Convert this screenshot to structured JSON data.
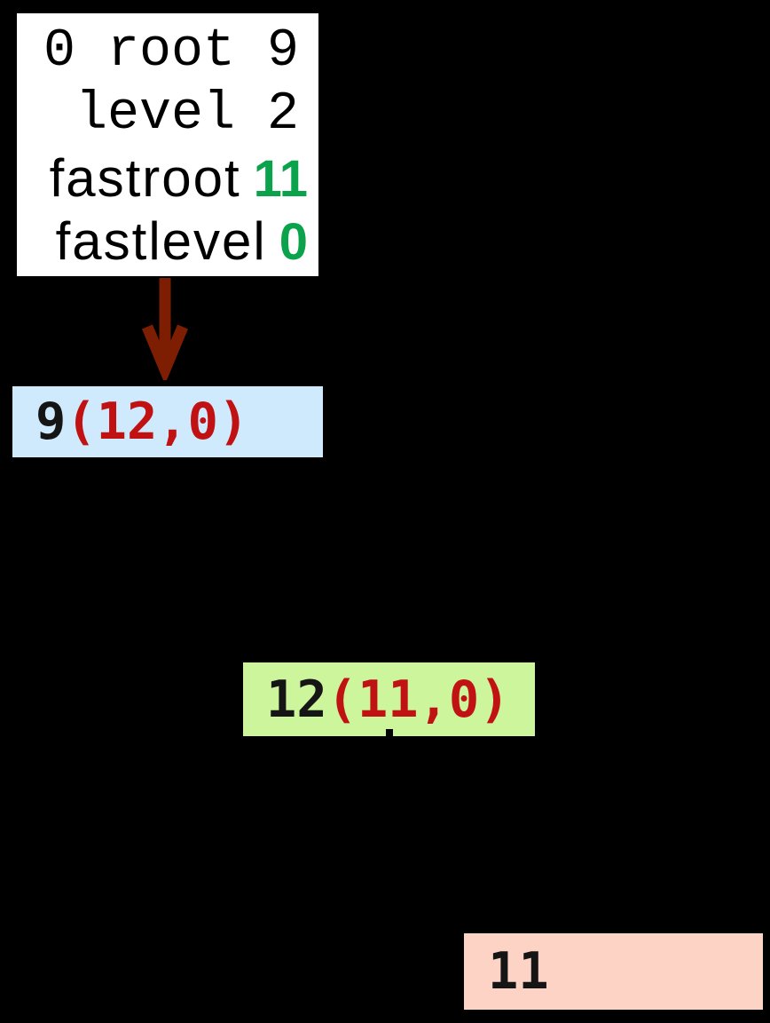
{
  "info_box": {
    "root_line": "0 root 9",
    "level_line": "level 2",
    "fastroot_label": "fastroot",
    "fastroot_value": "11",
    "fastlevel_label": "fastlevel",
    "fastlevel_value": "0"
  },
  "nodes": {
    "node9": {
      "id": "9",
      "annotation": "(12,0)"
    },
    "node12": {
      "id": "12",
      "annotation": "(11,0)"
    },
    "node11": {
      "id": "11"
    }
  },
  "colors": {
    "background": "#000000",
    "info_box_bg": "#ffffff",
    "info_text": "#000000",
    "fast_value_green": "#0ba24c",
    "node9_fill": "#cfeafc",
    "node12_fill": "#cdf59c",
    "node11_fill": "#fdd3c5",
    "node_id_text": "#151515",
    "annotation_red": "#c01212",
    "arrow": "#7d1e02"
  }
}
